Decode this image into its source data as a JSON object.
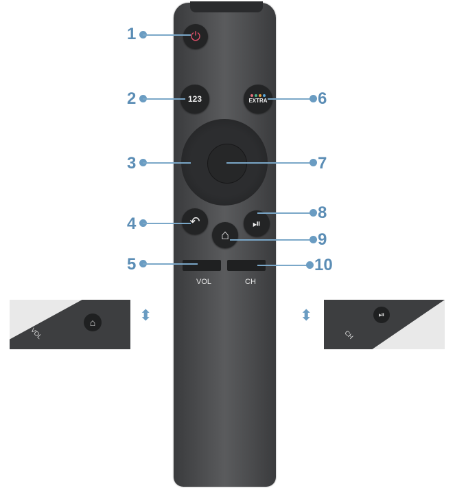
{
  "remote": {
    "buttons": {
      "power": {
        "icon": "power-icon",
        "glyph": "⏻",
        "color": "#e0506a"
      },
      "num": {
        "label": "123"
      },
      "extra": {
        "label": "EXTRA",
        "dots": [
          "#e2707a",
          "#4fb38a",
          "#e8a040",
          "#5aa6d6"
        ]
      },
      "back": {
        "icon": "back-arrow-icon",
        "glyph": "↶"
      },
      "playpause": {
        "icon": "play-pause-icon",
        "glyph": "⏯"
      },
      "home": {
        "icon": "home-icon",
        "glyph": "⌂"
      }
    },
    "vol_label": "VOL",
    "ch_label": "CH"
  },
  "callouts": [
    {
      "n": "1"
    },
    {
      "n": "2"
    },
    {
      "n": "3"
    },
    {
      "n": "4"
    },
    {
      "n": "5"
    },
    {
      "n": "6"
    },
    {
      "n": "7"
    },
    {
      "n": "8"
    },
    {
      "n": "9"
    },
    {
      "n": "10"
    }
  ],
  "insets": {
    "left": {
      "label": "VOL",
      "arrows": "↕"
    },
    "right": {
      "label": "CH",
      "arrows": "↕"
    }
  },
  "colors": {
    "accent": "#5b8db5"
  }
}
